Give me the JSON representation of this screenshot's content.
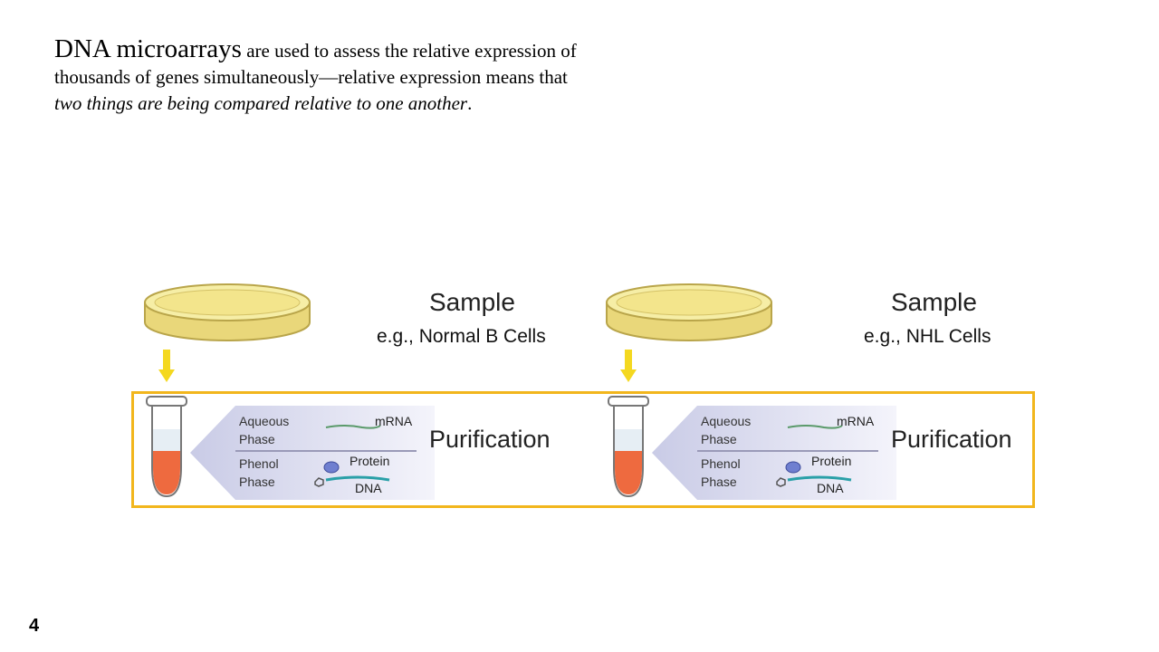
{
  "intro": {
    "lead": "DNA microarrays",
    "rest": " are used to assess the relative expression of thousands of genes simultaneously—relative expression means that ",
    "italic": "two things are being compared relative to one another",
    "end": "."
  },
  "panels": [
    {
      "sample_title": "Sample",
      "sample_sub": "e.g., Normal B Cells",
      "aqueous": "Aqueous\nPhase",
      "phenol": "Phenol\nPhase",
      "mrna": "mRNA",
      "protein": "Protein",
      "dna": "DNA",
      "purification": "Purification"
    },
    {
      "sample_title": "Sample",
      "sample_sub": "e.g., NHL Cells",
      "aqueous": "Aqueous\nPhase",
      "phenol": "Phenol\nPhase",
      "mrna": "mRNA",
      "protein": "Protein",
      "dna": "DNA",
      "purification": "Purification"
    }
  ],
  "colors": {
    "frame": "#f2b61c",
    "dish": "#f6eea6",
    "tube_liquid": "#ee6a3f",
    "arrow": "#f4d820"
  },
  "page_number": "4"
}
